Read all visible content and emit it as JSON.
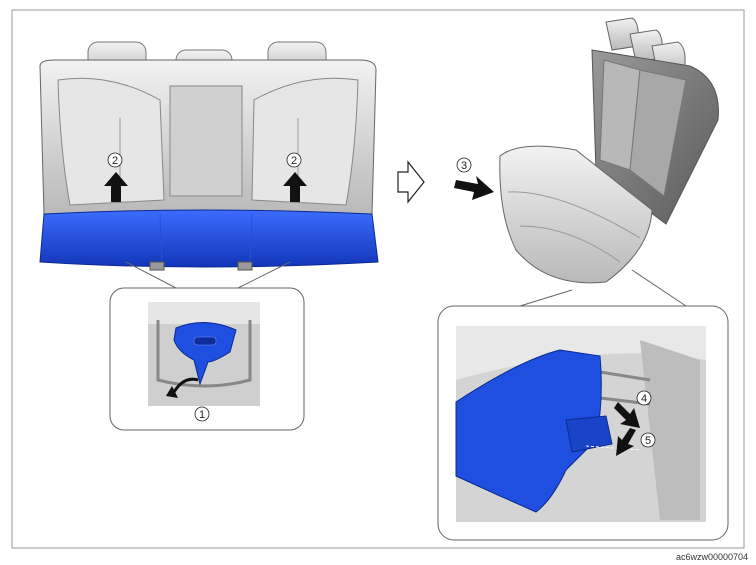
{
  "callouts": {
    "c1": "1",
    "c2": "2",
    "c3": "3",
    "c4": "4",
    "c5": "5"
  },
  "figure_code": "ac6wzw00000704",
  "colors": {
    "cushion_blue": "#1f4fe0",
    "seat_gray": "#d8d8d8",
    "arrow": "#111111",
    "border": "#9a9a9a"
  },
  "icons": {
    "push_arrow": "arrow-up-icon",
    "step_arrow": "hollow-arrow-right-icon",
    "pull_arrow": "arrow-right-icon"
  }
}
